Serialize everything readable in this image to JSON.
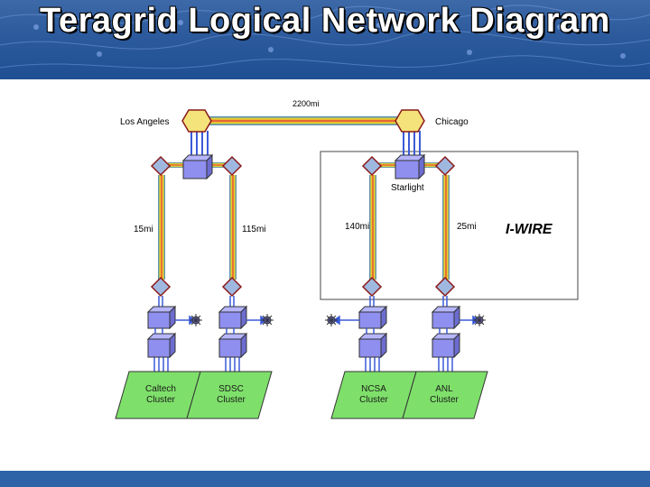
{
  "title": "Teragrid Logical Network Diagram",
  "labels": {
    "distance_top": "2200mi",
    "los_angeles": "Los Angeles",
    "chicago": "Chicago",
    "starlight": "Starlight",
    "d_15": "15mi",
    "d_115": "115mi",
    "d_140": "140mi",
    "d_25": "25mi",
    "iwire": "I-WIRE"
  },
  "clusters": [
    {
      "line1": "Caltech",
      "line2": "Cluster"
    },
    {
      "line1": "SDSC",
      "line2": "Cluster"
    },
    {
      "line1": "NCSA",
      "line2": "Cluster"
    },
    {
      "line1": "ANL",
      "line2": "Cluster"
    }
  ],
  "colors": {
    "header": "#2c5a9c",
    "footer": "#2f63a8",
    "hub": "#f4e27a",
    "router": "#9fb8e0",
    "switch": "#8f8ff0",
    "cluster": "#7ee06a",
    "link_outer": "#3a7fd0",
    "link_mid": "#f5e020",
    "link_inner": "#e04040"
  }
}
